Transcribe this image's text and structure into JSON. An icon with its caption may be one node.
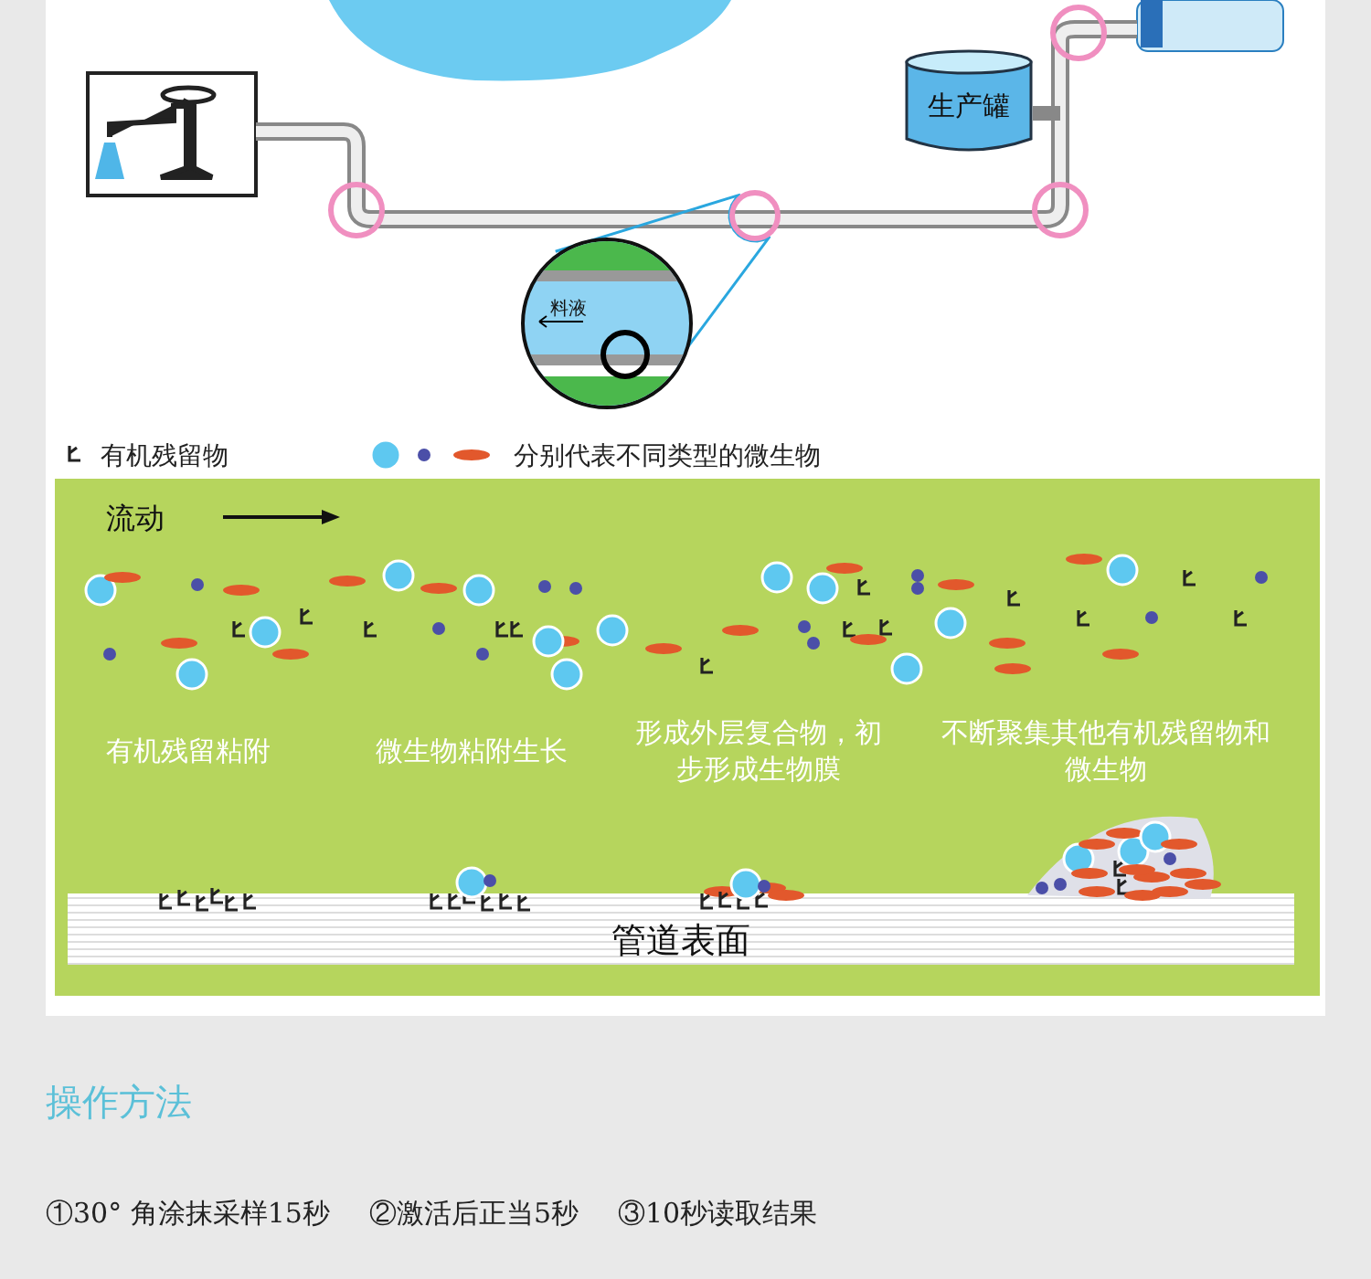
{
  "diagram": {
    "title": "操作方法",
    "nodes": [
      {
        "text": [
          "生产罐"
        ]
      },
      {
        "text": [],
        "shape": "circle"
      },
      {
        "text": [
          "料液"
        ]
      },
      {
        "text": [
          "管道表面"
        ]
      }
    ],
    "edges": [
      {
        "from": 2,
        "to": 1,
        "arrow": "none"
      }
    ],
    "labels": [
      "流动",
      "有机残留粘附",
      "微生物粘附生长",
      "形成外层复合物，初步形成生物膜",
      "不断聚集其他有机残留物和微生物",
      "①30° 角涂抹采样15秒",
      "②激活后正当5秒",
      "③10秒读取结果"
    ],
    "legend": [
      {
        "text": "有机残留物"
      },
      {
        "text": "分别代表不同类型的微生物"
      }
    ]
  }
}
